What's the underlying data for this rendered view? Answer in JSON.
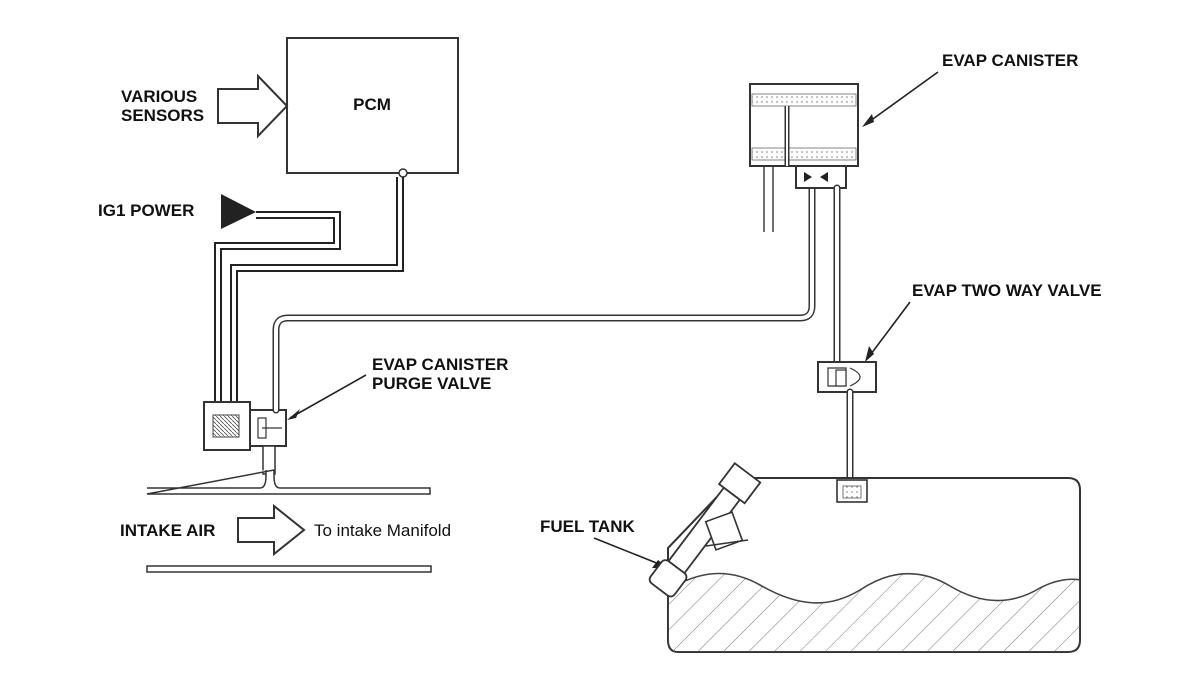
{
  "labels": {
    "various_sensors_line1": "VARIOUS",
    "various_sensors_line2": "SENSORS",
    "pcm": "PCM",
    "ig1_power": "IG1 POWER",
    "evap_canister": "EVAP CANISTER",
    "evap_two_way_valve": "EVAP TWO WAY VALVE",
    "purge_valve_line1": "EVAP CANISTER",
    "purge_valve_line2": "PURGE VALVE",
    "intake_air": "INTAKE AIR",
    "to_intake_manifold": "To intake Manifold",
    "fuel_tank": "FUEL TANK"
  },
  "colors": {
    "ink": "#222222",
    "background": "#ffffff",
    "filter_dots": "#999999"
  }
}
